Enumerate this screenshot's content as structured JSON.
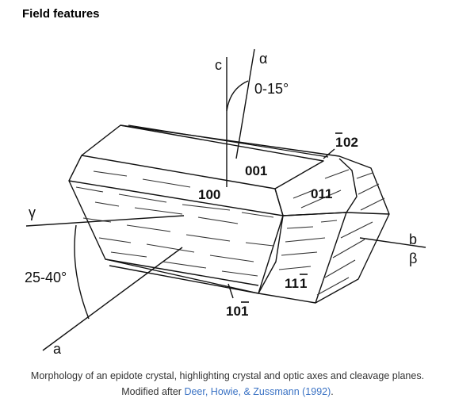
{
  "section_title": "Field features",
  "figure": {
    "axis_labels": {
      "c": "c",
      "alpha": "α",
      "angle_alpha": "0-15°",
      "gamma": "γ",
      "angle_gamma": "25-40°",
      "a": "a",
      "b": "b",
      "beta": "β"
    },
    "face_labels": {
      "f001": "001",
      "f100": "100",
      "f011": "011",
      "f102_minus": "1",
      "f102_rest": "02",
      "f111_main": "11",
      "f111_bar": "1",
      "f101_main": "10",
      "f101_bar": "1"
    }
  },
  "caption": {
    "text": "Morphology of an epidote crystal, highlighting crystal and optic axes and cleavage planes. Modified after ",
    "link": "Deer, Howie, & Zussmann (1992)",
    "end": "."
  }
}
